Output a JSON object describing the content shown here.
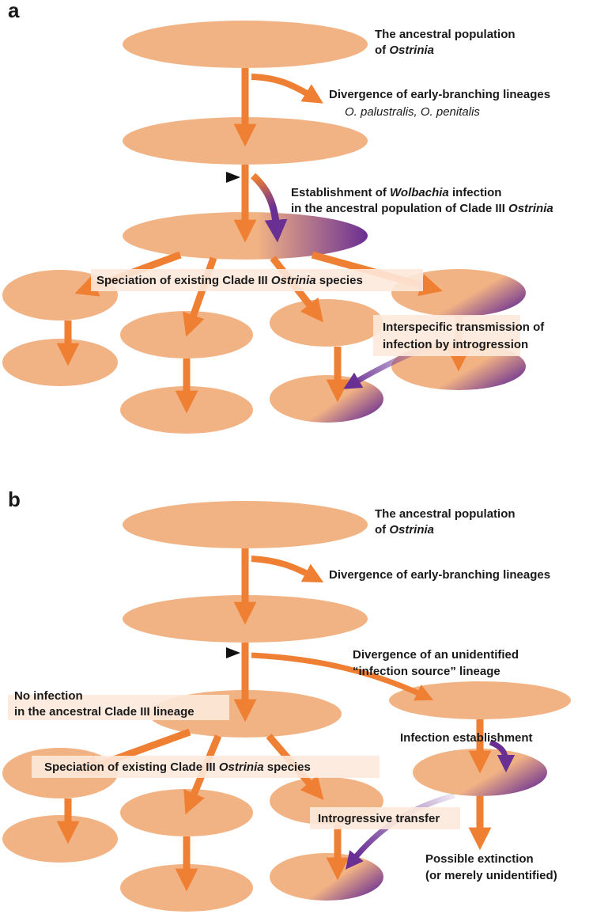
{
  "panels": {
    "a": {
      "letter": "a",
      "ancestral_line1": "The ancestral population",
      "ancestral_line2_prefix": "of ",
      "ancestral_line2_genus": "Ostrinia",
      "divergence": "Divergence of early-branching lineages",
      "divergence_species": "O. palustralis, O. penitalis",
      "establishment_line1_prefix": "Establishment of ",
      "establishment_line1_genus": "Wolbachia",
      "establishment_line1_suffix": " infection",
      "establishment_line2_prefix": "in the ancestral population of Clade III ",
      "establishment_line2_genus": "Ostrinia",
      "speciation_prefix": "Speciation of existing Clade III ",
      "speciation_genus": "Ostrinia",
      "speciation_suffix": " species",
      "transmission_line1": "Interspecific transmission of",
      "transmission_line2": "infection by introgression"
    },
    "b": {
      "letter": "b",
      "ancestral_line1": "The ancestral population",
      "ancestral_line2_prefix": "of ",
      "ancestral_line2_genus": "Ostrinia",
      "divergence": "Divergence of early-branching lineages",
      "source_line1": "Divergence of an unidentified",
      "source_line2": "“infection source” lineage",
      "no_infection_line1": "No infection",
      "no_infection_line2": "in the ancestral Clade III lineage",
      "speciation_prefix": "Speciation of existing Clade III ",
      "speciation_genus": "Ostrinia",
      "speciation_suffix": " species",
      "infection_establishment": "Infection establishment",
      "introgressive_transfer": "Introgressive transfer",
      "extinction_line1": "Possible extinction",
      "extinction_line2": "(or merely unidentified)"
    }
  },
  "colors": {
    "population": "#f2b384",
    "arrow": "#ef7f32",
    "infection": "#6a2f93",
    "label_box": "#fde9dc",
    "marker": "#111111"
  },
  "icons": {
    "timepoint_marker": "black-triangle-marker"
  }
}
